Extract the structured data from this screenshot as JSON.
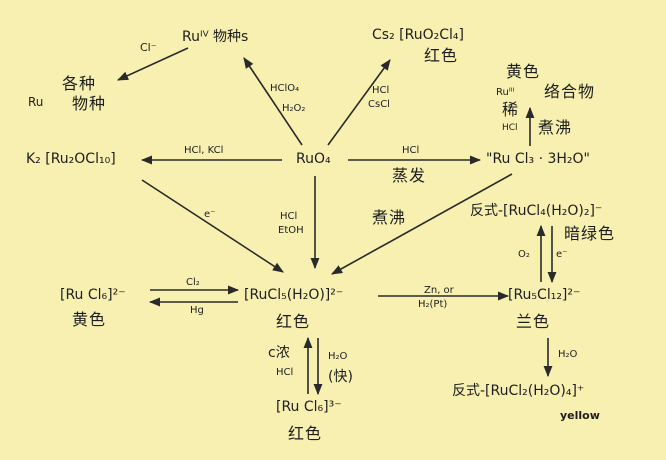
{
  "nodes": {
    "ru_iv": "Ruᴵⱽ 物种s",
    "ru_species_ru": "Ru",
    "ru_species_cn1": "各种",
    "ru_species_cn2": "物种",
    "cs2": "Cs₂ [RuO₂Cl₄]",
    "cs2_color": "红色",
    "yellow_complex_l1": "黄色",
    "yellow_complex_l2": "络合物",
    "ru_iii": "Ruᴵᴵᴵ",
    "k2": "K₂ [Ru₂OCl₁₀]",
    "ruo4": "RuO₄",
    "rucl3": "\"Ru Cl₃ · 3H₂O\"",
    "trans_top": "反式-[RuCl₄(H₂O)₂]⁻",
    "trans_top_color": "暗绿色",
    "rucl6": "[Ru Cl₆]²⁻",
    "rucl6_color": "黄色",
    "rucl5": "[RuCl₅(H₂O)]²⁻",
    "rucl5_color": "红色",
    "ru5cl12": "[Ru₅Cl₁₂]²⁻",
    "ru5cl12_color": "兰色",
    "rucl6_3": "[Ru Cl₆]³⁻",
    "rucl6_3_color": "红色",
    "trans_bottom": "反式-[RuCl₂(H₂O)₄]⁺",
    "trans_bottom_color": "yellow"
  },
  "labels": {
    "cl_minus": "Cl⁻",
    "hclo4": "HClO₄",
    "h2o2": "H₂O₂",
    "hcl_cs_1": "HCl",
    "hcl_cs_2": "CsCl",
    "dilute": "稀",
    "hcl_up": "HCl",
    "boil_up": "煮沸",
    "hcl_kcl": "HCl, KCl",
    "hcl_right": "HCl",
    "evaporate": "蒸发",
    "boil_diag": "煮沸",
    "e_minus_diag": "e⁻",
    "hcl_down": "HCl",
    "etoh_down": "EtOH",
    "o2": "O₂",
    "e_minus_right": "e⁻",
    "cl2": "Cl₂",
    "hg": "Hg",
    "zn_or": "Zn, or",
    "h2pt": "H₂(Pt)",
    "c_conc": "c浓",
    "hcl_conc": "HCl",
    "h2o_fast": "H₂O",
    "fast": "(快)",
    "h2o_last": "H₂O"
  }
}
